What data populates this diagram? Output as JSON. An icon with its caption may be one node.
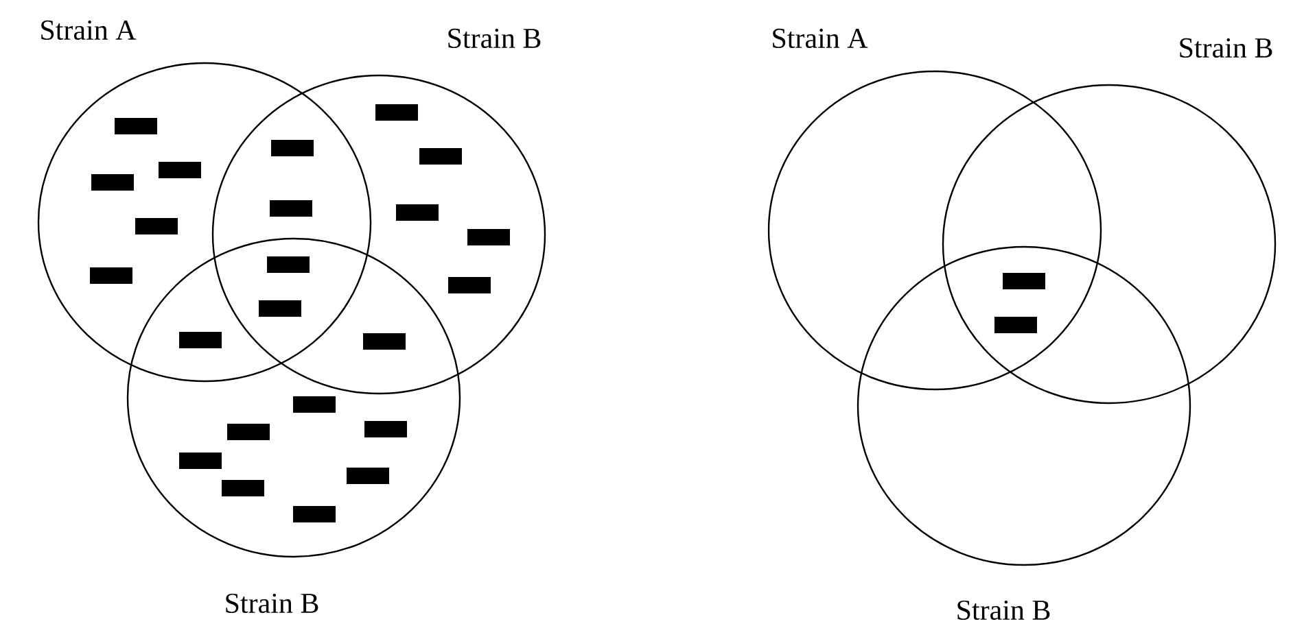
{
  "diagram": {
    "nodes": [
      {
        "text": [
          "Strain A"
        ]
      },
      {
        "text": [
          "Strain B"
        ]
      },
      {
        "text": [
          "Strain B"
        ]
      },
      {
        "text": [
          "Strain A"
        ]
      },
      {
        "text": [
          "Strain B"
        ]
      },
      {
        "text": [
          "Strain B"
        ]
      }
    ]
  }
}
